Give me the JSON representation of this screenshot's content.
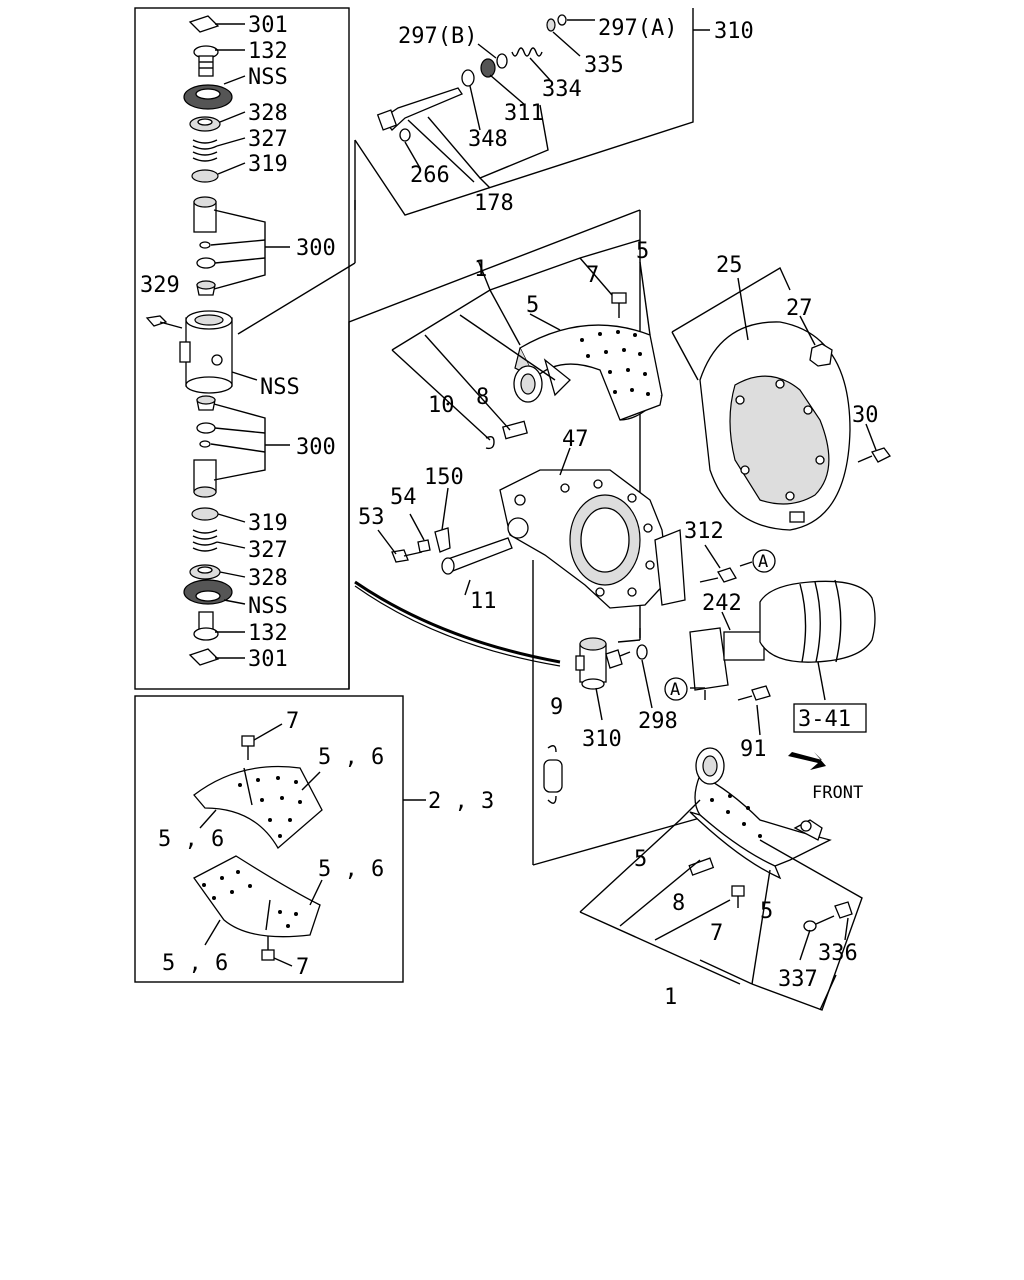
{
  "labels": {
    "l301a": "301",
    "l132a": "132",
    "lnss1": "NSS",
    "l328a": "328",
    "l327a": "327",
    "l319a": "319",
    "l300a": "300",
    "l329": "329",
    "lnss2": "NSS",
    "l300b": "300",
    "l319b": "319",
    "l327b": "327",
    "l328b": "328",
    "lnss3": "NSS",
    "l132b": "132",
    "l301b": "301",
    "l297b": "297(B)",
    "l297a": "297(A)",
    "l310a": "310",
    "l335": "335",
    "l334": "334",
    "l311": "311",
    "l348": "348",
    "l266": "266",
    "l178": "178",
    "l1a": "1",
    "l7a": "7",
    "l5a": "5",
    "l5b": "5",
    "l25": "25",
    "l27": "27",
    "l10": "10",
    "l8a": "8",
    "l30": "30",
    "l47": "47",
    "l150": "150",
    "l54": "54",
    "l53": "53",
    "l312": "312",
    "lA1": "A",
    "l11": "11",
    "l242": "242",
    "l9": "9",
    "l310b": "310",
    "l298": "298",
    "lA2": "A",
    "l341": "3-41",
    "l91": "91",
    "lfront": "FRONT",
    "l7b": "7",
    "l56a": "5 , 6",
    "l56b": "5 , 6",
    "l23": "2 , 3",
    "l56c": "5 , 6",
    "l56d": "5 , 6",
    "l7c": "7",
    "l5c": "5",
    "l8b": "8",
    "l5d": "5",
    "l7d": "7",
    "l1b": "1",
    "l336": "336",
    "l337": "337"
  }
}
